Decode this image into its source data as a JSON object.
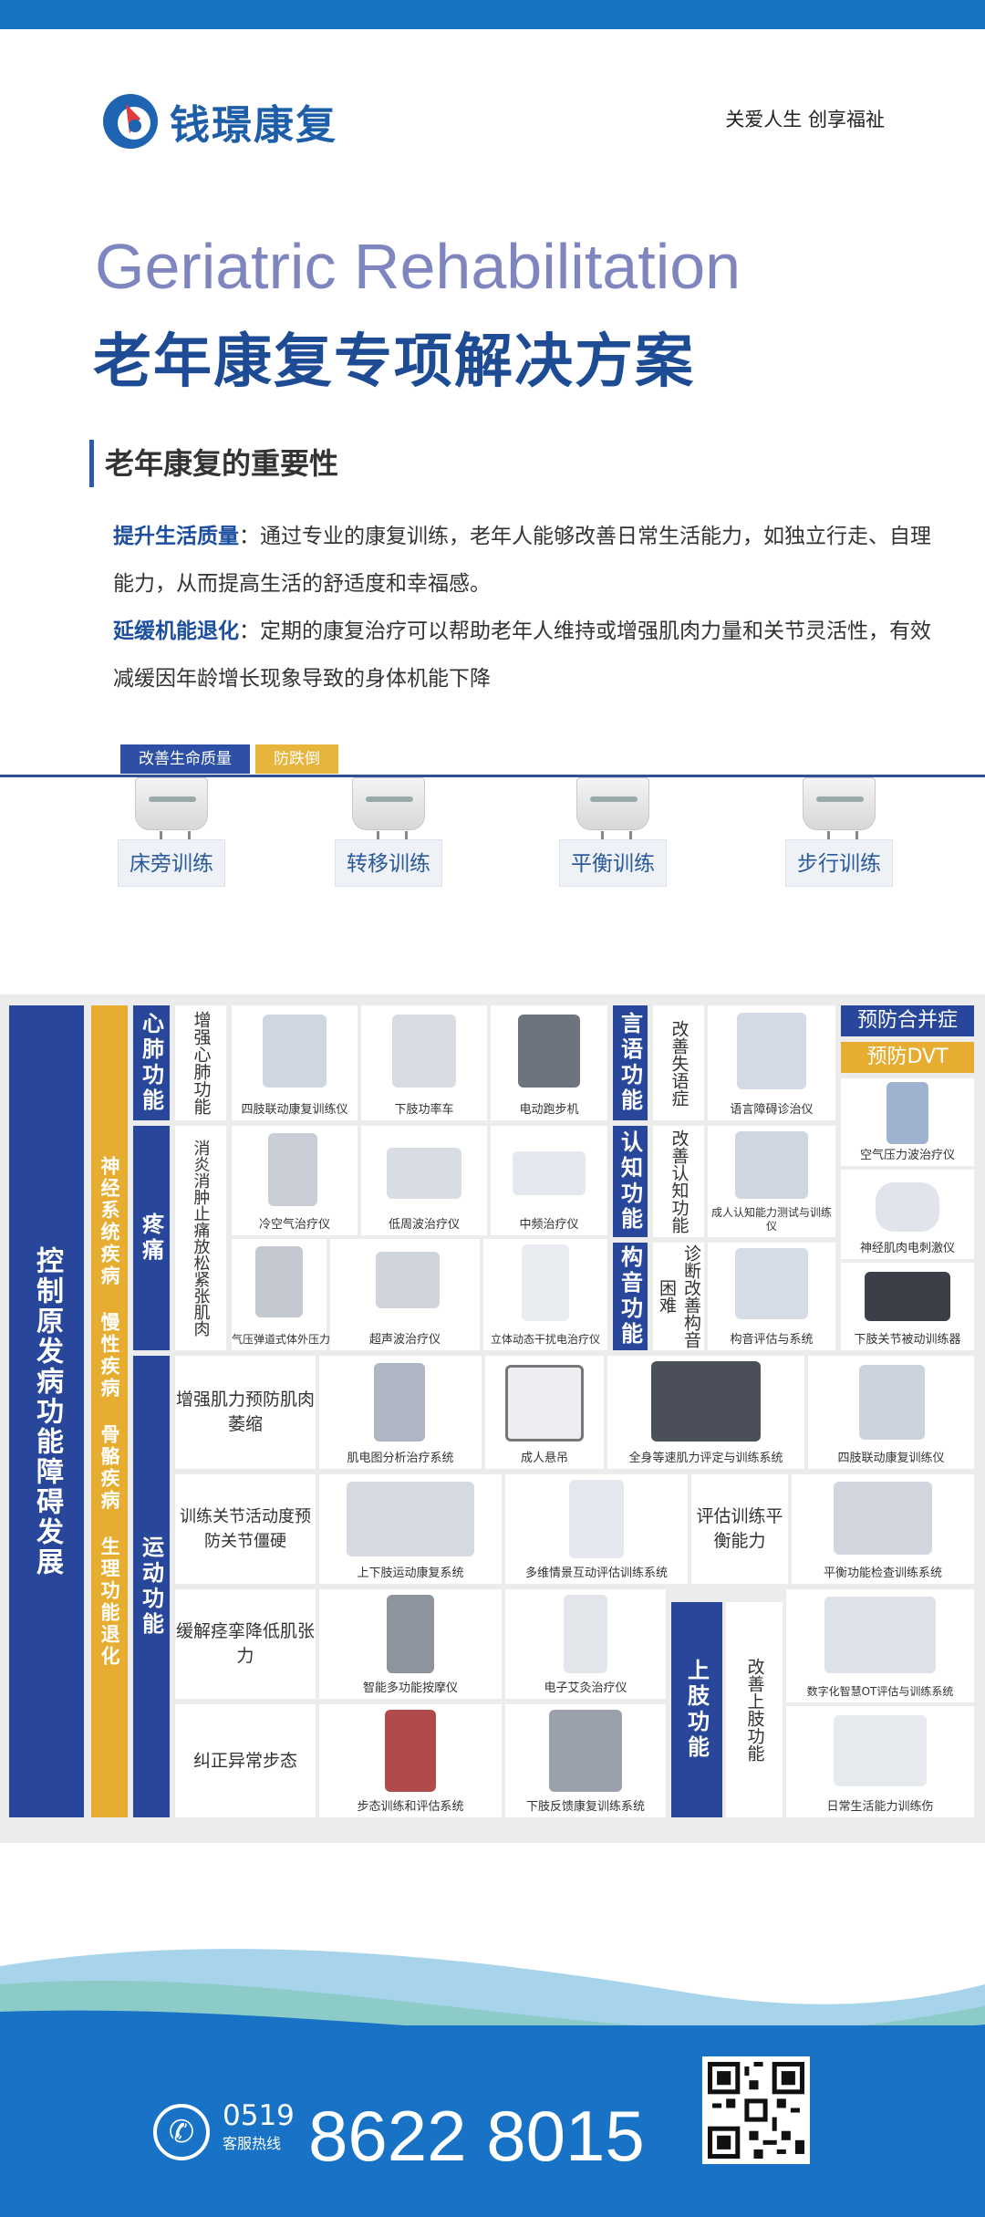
{
  "brand": {
    "name": "钱璟康复",
    "slogan": "关爱人生 创享福祉"
  },
  "titles": {
    "en": "Geriatric Rehabilitation",
    "cn": "老年康复专项解决方案"
  },
  "importance": {
    "heading": "老年康复的重要性",
    "p1_key": "提升生活质量",
    "p1_text": "：通过专业的康复训练，老年人能够改善日常生活能力，如独立行走、自理能力，从而提高生活的舒适度和幸福感。",
    "p2_key": "延缓机能退化",
    "p2_text": "：定期的康复治疗可以帮助老年人维持或增强肌肉力量和关节灵活性，有效减缓因年龄增长现象导致的身体机能下降"
  },
  "tags": [
    "改善生命质量",
    "防跌倒"
  ],
  "trainings": [
    "床旁训练",
    "转移训练",
    "平衡训练",
    "步行训练"
  ],
  "left_bar": "控制原发病功能障碍发展",
  "gold_bar": "神经系统疾病 慢性疾病 骨骼疾病 生理功能退化",
  "categories": {
    "cardio": "心肺功能",
    "pain": "疼痛",
    "motor": "运动功能",
    "speech": "言语功能",
    "cognitive": "认知功能",
    "articulation": "构音功能",
    "upper_limb": "上肢功能"
  },
  "effects": {
    "cardio": "增强心肺功能",
    "pain": "消炎消肿止痛放松紧张肌肉",
    "speech": "改善失语症",
    "cognitive": "改善认知功能",
    "articulation": "诊断改善构音困难",
    "m1": "增强肌力预防肌肉萎缩",
    "m2": "训练关节活动度预防关节僵硬",
    "m3": "缓解痉挛降低肌张力",
    "m4": "纠正异常步态",
    "balance": "评估训练平衡能力",
    "upper": "改善上肢功能"
  },
  "products": {
    "cardio": [
      "四肢联动康复训练仪",
      "下肢功率车",
      "电动跑步机"
    ],
    "pain": [
      "冷空气治疗仪",
      "低周波治疗仪",
      "中频治疗仪",
      "气压弹道式体外压力波治疗仪",
      "超声波治疗仪",
      "立体动态干扰电治疗仪"
    ],
    "speech": [
      "语言障碍诊治仪"
    ],
    "cognitive": [
      "成人认知能力测试与训练仪"
    ],
    "articulation": [
      "构音评估与系统"
    ],
    "m1": [
      "肌电图分析治疗系统",
      "成人悬吊",
      "全身等速肌力评定与训练系统",
      "四肢联动康复训练仪"
    ],
    "m2": [
      "上下肢运动康复系统",
      "多维情景互动评估训练系统"
    ],
    "balance": [
      "平衡功能检查训练系统"
    ],
    "m3": [
      "智能多功能按摩仪",
      "电子艾灸治疗仪"
    ],
    "m4": [
      "步态训练和评估系统",
      "下肢反馈康复训练系统"
    ],
    "upper": [
      "数字化智慧OT评估与训练系统",
      "日常生活能力训练伤"
    ],
    "prevent": [
      "空气压力波治疗仪",
      "神经肌肉电刺激仪",
      "下肢关节被动训练器"
    ]
  },
  "prevent": {
    "title": "预防合并症",
    "dvt": "预防DVT"
  },
  "hotline": {
    "area": "0519",
    "label": "客服热线",
    "number": "8622 8015"
  },
  "colors": {
    "primary": "#28479b",
    "accent": "#e6ad30",
    "footer": "#1872c6"
  }
}
